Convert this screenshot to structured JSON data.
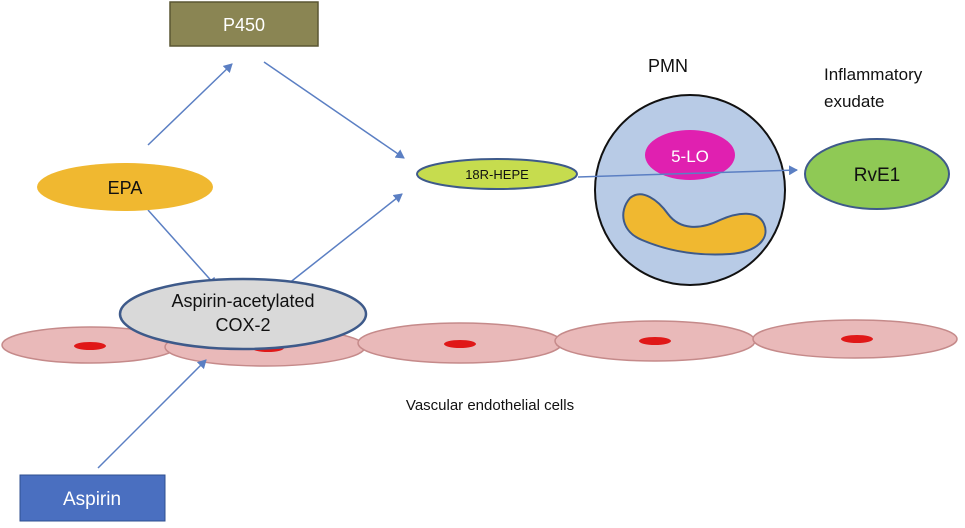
{
  "nodes": {
    "p450": "P450",
    "epa": "EPA",
    "aspirin_cox2_line1": "Aspirin-acetylated",
    "aspirin_cox2_line2": "COX-2",
    "hepe": "18R-HEPE",
    "pmn": "PMN",
    "five_lo": "5-LO",
    "exudate_line1": "Inflammatory",
    "exudate_line2": "exudate",
    "rve1": "RvE1",
    "aspirin": "Aspirin",
    "vascular": "Vascular endothelial cells"
  },
  "colors": {
    "arrow": "#5b7fc3",
    "p450_fill": "#8a8553",
    "epa_fill": "#f0b830",
    "cox2_fill": "#d9d9d9",
    "hepe_fill": "#c6dc4e",
    "pmn_fill": "#b8cbe6",
    "five_lo_fill": "#e020b0",
    "granule_fill": "#f0b830",
    "rve1_fill": "#8fc955",
    "aspirin_fill": "#4a6fc0",
    "endothelial_fill": "#e9b9b9",
    "nucleus_fill": "#e01818"
  }
}
